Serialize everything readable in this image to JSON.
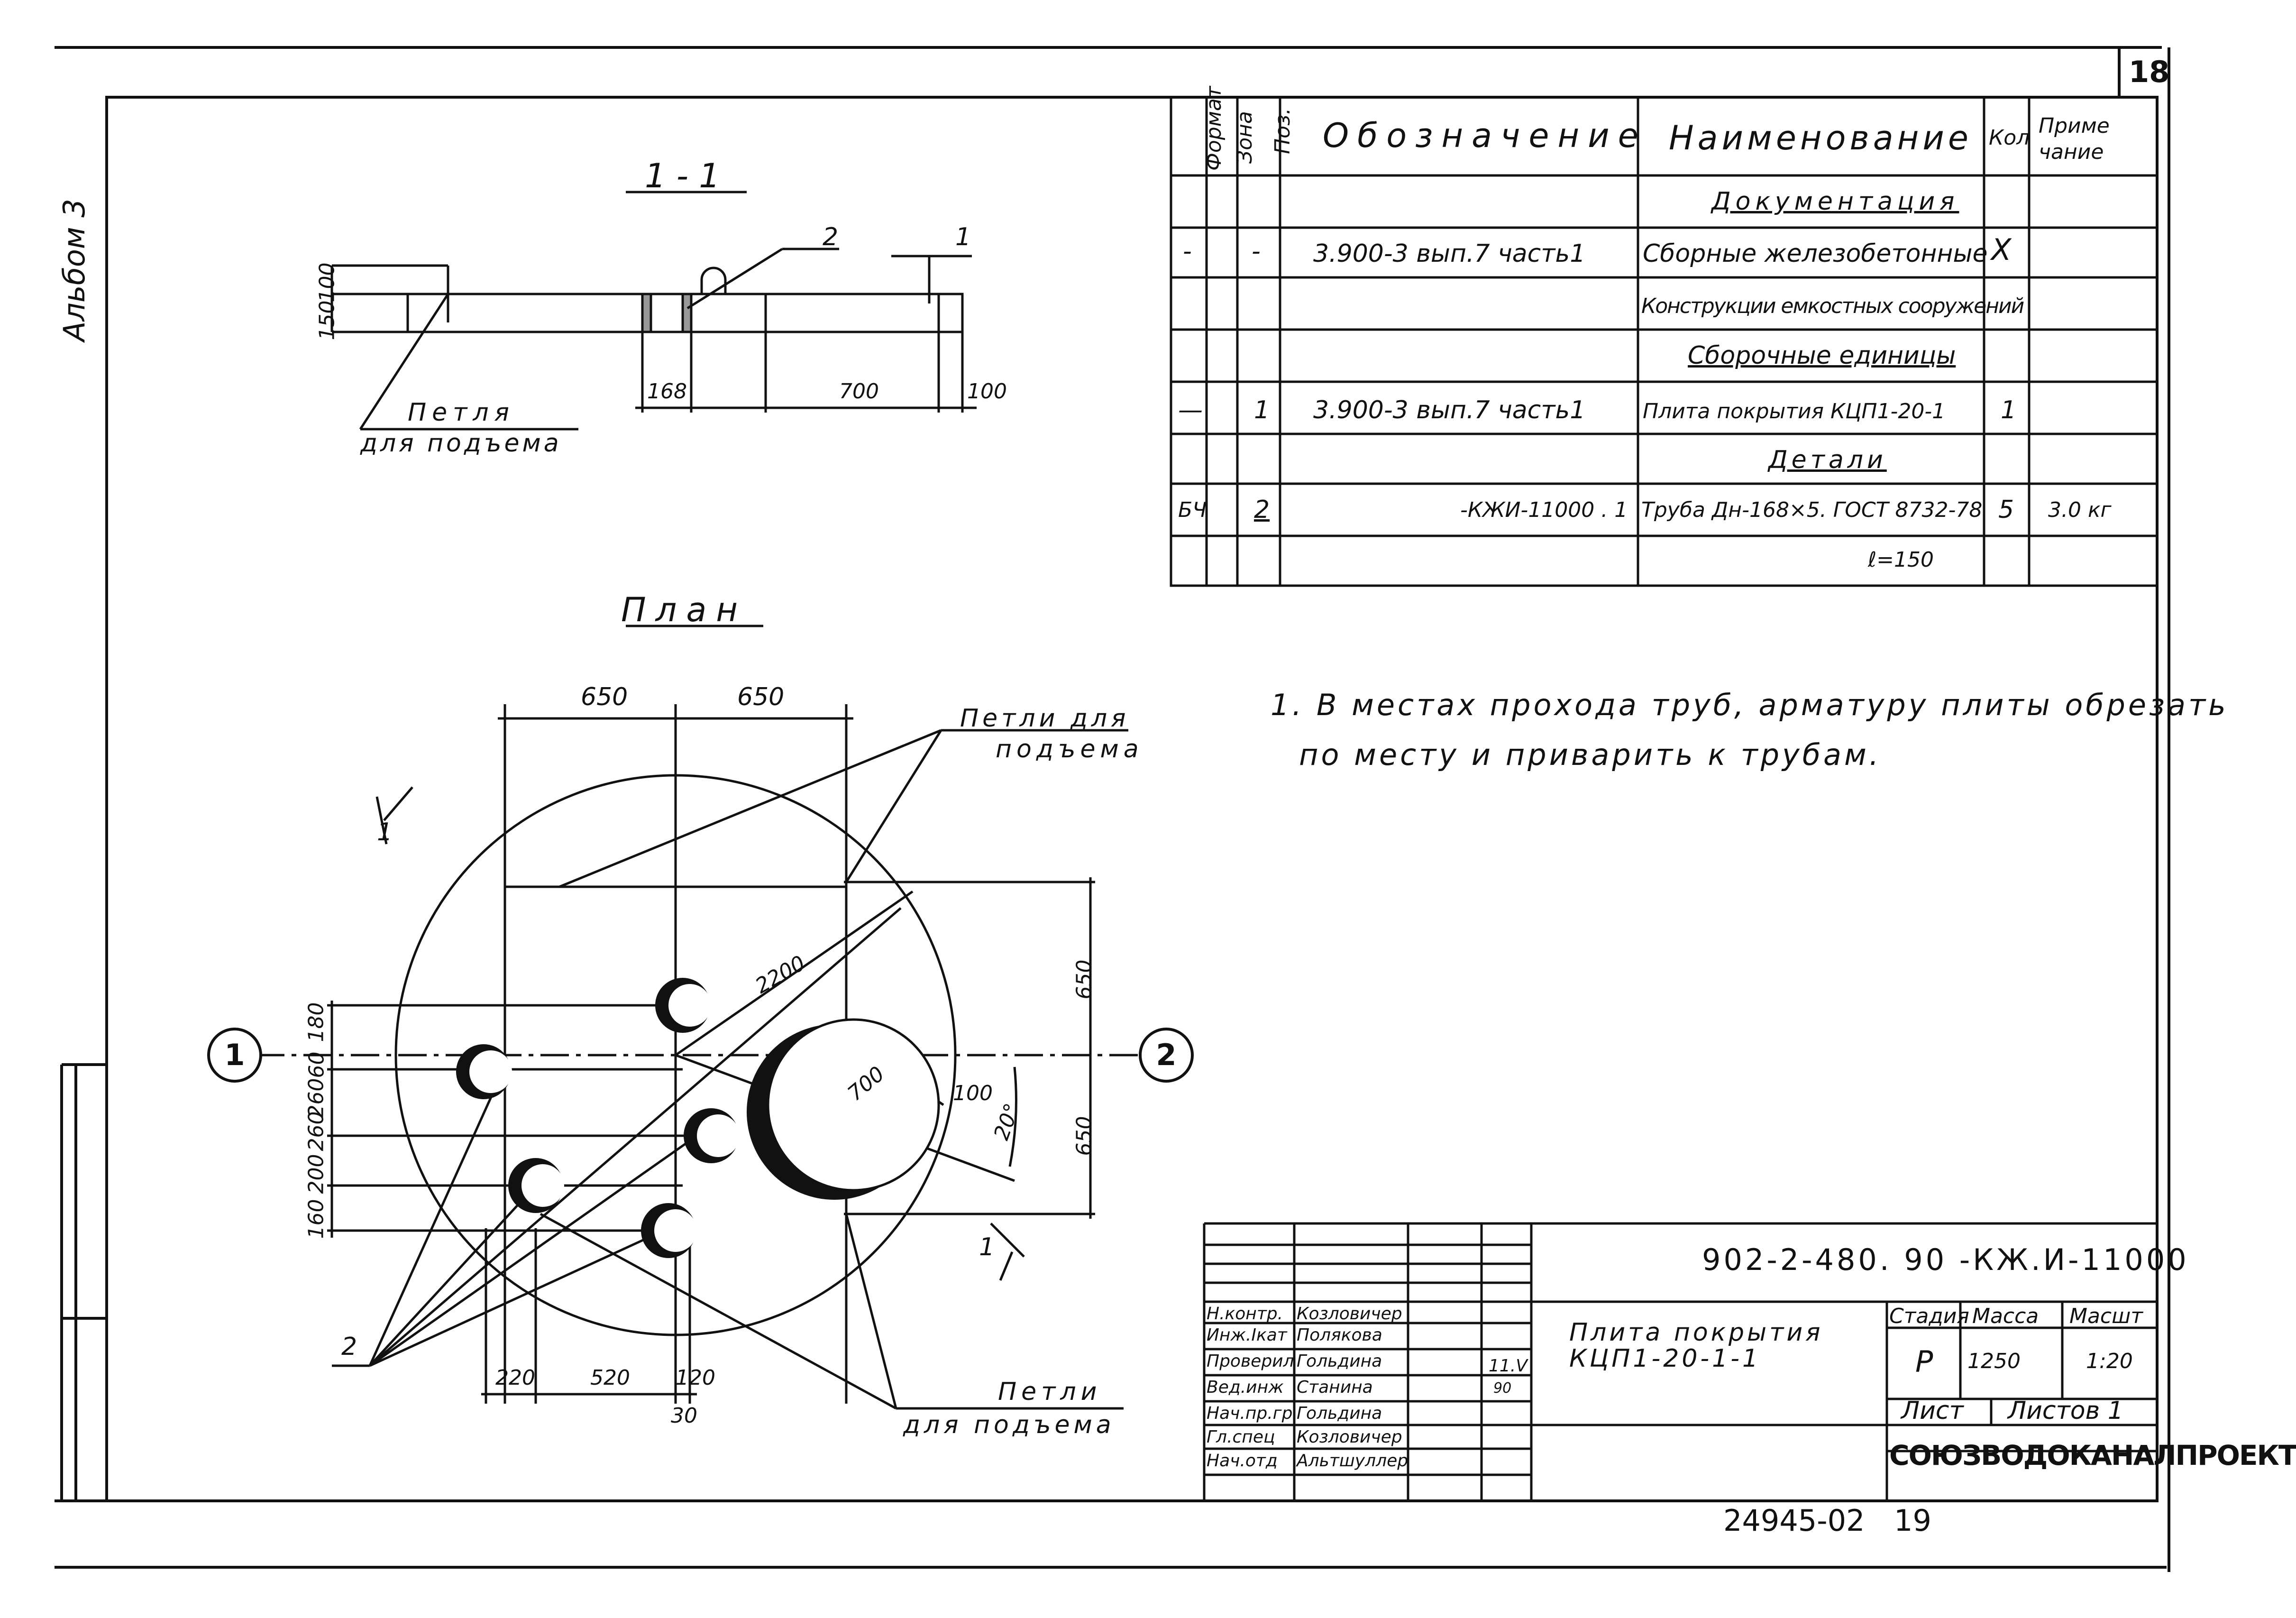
{
  "sheet_number": "18",
  "album_label": "Альбом 3",
  "section_title": "1 - 1",
  "plan_title": "План",
  "section": {
    "thickness_top": "100",
    "thickness": "150",
    "dim_168": "168",
    "dim_700": "700",
    "dim_100": "100",
    "leader_1": "1",
    "leader_2": "2",
    "loop_label_1": "Петля",
    "loop_label_2": "для подъема"
  },
  "plan": {
    "dim_650_left": "650",
    "dim_650_right": "650",
    "dim_2200": "2200",
    "dim_700": "700",
    "dim_100": "100",
    "angle": "20°",
    "dim_650_v_top": "650",
    "dim_650_v_bottom": "650",
    "dims_left": [
      "180",
      "60",
      "260",
      "260",
      "200",
      "160"
    ],
    "dims_bottom": [
      "220",
      "520",
      "120"
    ],
    "dim_30": "30",
    "axis_left": "1",
    "axis_right": "2",
    "section_mark_1": "1",
    "section_mark_2": "1",
    "leader_2": "2",
    "loops_top_1": "Петли для",
    "loops_top_2": "подъема",
    "loops_bottom_1": "Петли",
    "loops_bottom_2": "для подъема"
  },
  "spec_table": {
    "headers": {
      "format": "Формат",
      "zone": "Зона",
      "pos": "Поз.",
      "designation": "Обозначение",
      "name": "Наименование",
      "qty": "Кол",
      "note_1": "Приме",
      "note_2": "чание"
    },
    "rows": [
      {
        "format": "",
        "zone": "",
        "pos": "",
        "designation": "",
        "name": "Документация",
        "qty": "",
        "note": "",
        "heading": true
      },
      {
        "format": "-",
        "zone": "",
        "pos": "-",
        "designation": "3.900-3  вып.7   часть1",
        "name": "Сборные железобетонные",
        "qty": "X",
        "note": ""
      },
      {
        "format": "",
        "zone": "",
        "pos": "",
        "designation": "",
        "name": "Конструкции емкостных сооружений",
        "qty": "",
        "note": ""
      },
      {
        "format": "",
        "zone": "",
        "pos": "",
        "designation": "",
        "name": "Сборочные единицы",
        "qty": "",
        "note": "",
        "heading": true
      },
      {
        "format": "—",
        "zone": "",
        "pos": "1",
        "designation": "3.900-3  вып.7   часть1",
        "name": "Плита покрытия КЦП1-20-1",
        "qty": "1",
        "note": ""
      },
      {
        "format": "",
        "zone": "",
        "pos": "",
        "designation": "",
        "name": "Детали",
        "qty": "",
        "note": "",
        "heading": true
      },
      {
        "format": "БЧ",
        "zone": "",
        "pos": "2",
        "designation": "-КЖИ-11000   . 1",
        "name": "Труба Дн-168×5. ГОСТ 8732-78",
        "qty": "5",
        "note": "3.0 кг"
      },
      {
        "format": "",
        "zone": "",
        "pos": "",
        "designation": "",
        "name": "ℓ=150",
        "qty": "",
        "note": ""
      }
    ]
  },
  "note_1": "1. В местах прохода труб, арматуру плиты обрезать",
  "note_2": "по месту и приварить к трубам.",
  "title_block": {
    "doc_code": "902-2-480. 90 -КЖ.И-11000",
    "title_1": "Плита покрытия",
    "title_2": "КЦП1-20-1-1",
    "stage_label": "Стадия",
    "mass_label": "Масса",
    "scale_label": "Масшт",
    "stage": "Р",
    "mass": "1250",
    "scale": "1:20",
    "sheet_label": "Лист",
    "sheets_label": "Листов 1",
    "organization": "СОЮЗВОДОКАНАЛПРОЕКТ",
    "date_1": "11.V",
    "date_2": "90",
    "signers": [
      {
        "role": "Н.контр.",
        "name": "Козловичер"
      },
      {
        "role": "Инж.Iкат",
        "name": "Полякова"
      },
      {
        "role": "Проверил",
        "name": "Гольдина"
      },
      {
        "role": "Вед.инж",
        "name": "Станина"
      },
      {
        "role": "Нач.пр.гр",
        "name": "Гольдина"
      },
      {
        "role": "Гл.спец",
        "name": "Козловичер"
      },
      {
        "role": "Нач.отд",
        "name": "Альтшуллер"
      }
    ]
  },
  "footer_code": "24945-02",
  "footer_page": "19"
}
